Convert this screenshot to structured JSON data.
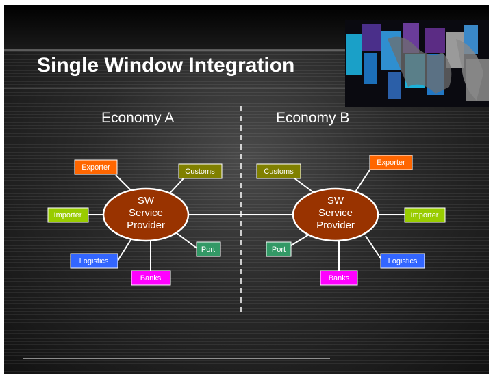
{
  "slide": {
    "title": "Single Window Integration"
  },
  "economy_a": {
    "label": "Economy A",
    "hub": [
      "SW",
      "Service",
      "Provider"
    ],
    "nodes": {
      "exporter": "Exporter",
      "customs": "Customs",
      "importer": "Importer",
      "port": "Port",
      "logistics": "Logistics",
      "banks": "Banks"
    }
  },
  "economy_b": {
    "label": "Economy B",
    "hub": [
      "SW",
      "Service",
      "Provider"
    ],
    "nodes": {
      "customs": "Customs",
      "exporter": "Exporter",
      "importer": "Importer",
      "port": "Port",
      "logistics": "Logistics",
      "banks": "Banks"
    }
  },
  "colors": {
    "exporter": "#ff6600",
    "customs": "#808000",
    "importer": "#99cc00",
    "port": "#339966",
    "logistics": "#3366ff",
    "banks": "#ff00ff",
    "hub": "#993300"
  }
}
